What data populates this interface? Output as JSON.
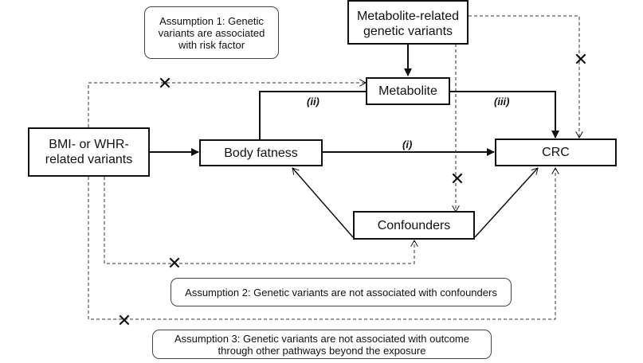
{
  "nodes": {
    "metabolite_variants": "Metabolite-related\ngenetic variants",
    "metabolite": "Metabolite",
    "bmi_variants": "BMI- or WHR-\nrelated variants",
    "body_fatness": "Body fatness",
    "crc": "CRC",
    "confounders": "Confounders"
  },
  "assumptions": {
    "a1": "Assumption 1: Genetic variants are associated with risk factor",
    "a2": "Assumption 2: Genetic variants are not associated with confounders",
    "a3": "Assumption 3: Genetic variants are not associated with outcome through other pathways beyond the exposure"
  },
  "path_labels": {
    "i": "(i)",
    "ii": "(ii)",
    "iii": "(iii)"
  },
  "markers": {
    "cross": "✕"
  }
}
